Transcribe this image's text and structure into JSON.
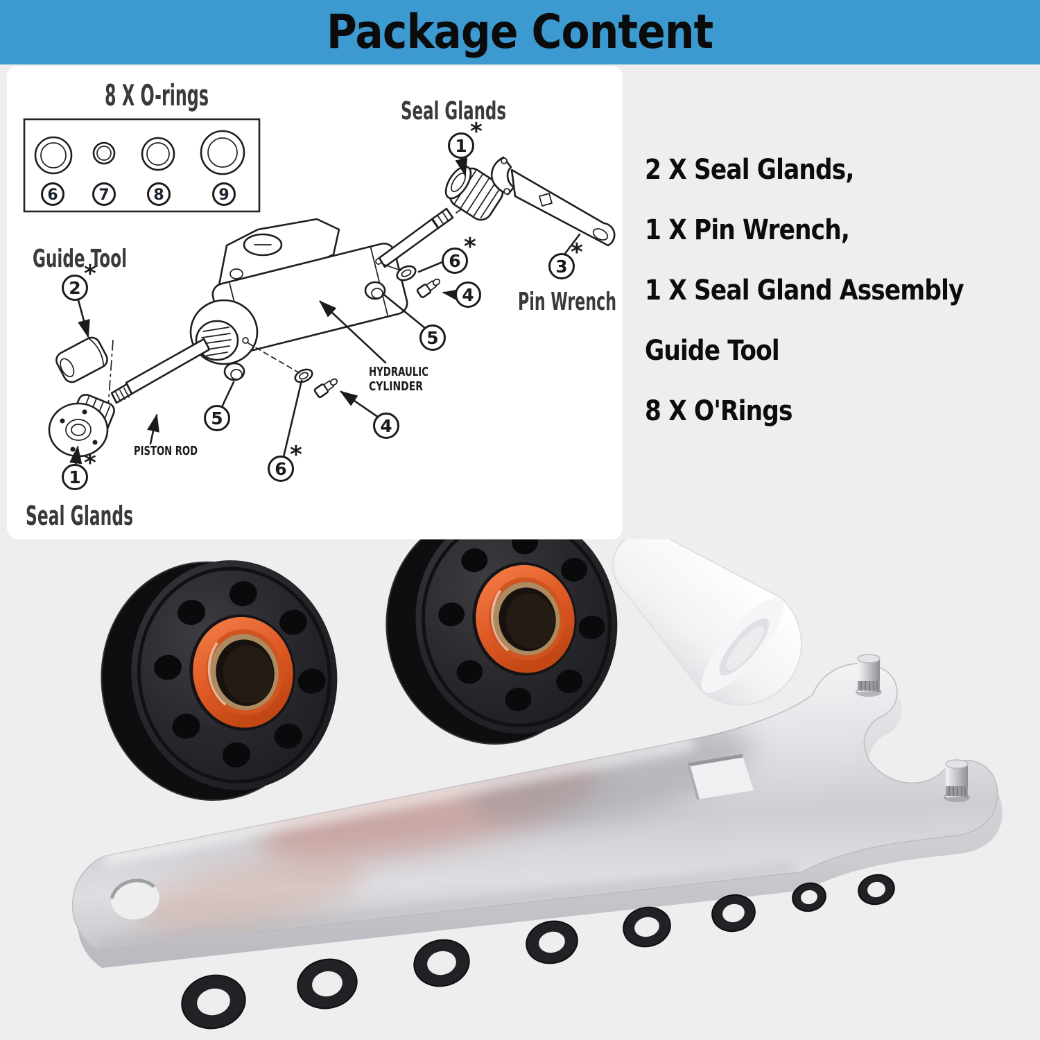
{
  "header": {
    "title": "Package Content",
    "bg_color": "#3d9ad1"
  },
  "diagram": {
    "orings_box": {
      "title": "8 X O-rings",
      "item_numbers": [
        "6",
        "7",
        "8",
        "9"
      ]
    },
    "labels": {
      "seal_glands_top": "Seal Glands",
      "guide_tool": "Guide Tool",
      "pin_wrench": "Pin Wrench",
      "hydraulic_cylinder_line1": "HYDRAULIC",
      "hydraulic_cylinder_line2": "CYLINDER",
      "piston_rod": "PISTON ROD",
      "seal_glands_bottom": "Seal Glands"
    },
    "callouts": [
      {
        "num": "1",
        "star": "*"
      },
      {
        "num": "2",
        "star": "*"
      },
      {
        "num": "3",
        "star": "*"
      },
      {
        "num": "4",
        "star": ""
      },
      {
        "num": "5",
        "star": ""
      },
      {
        "num": "6",
        "star": "*"
      },
      {
        "num": "5",
        "star": ""
      },
      {
        "num": "4",
        "star": ""
      },
      {
        "num": "6",
        "star": "*"
      },
      {
        "num": "1",
        "star": "*"
      }
    ]
  },
  "contents_list": {
    "items": [
      "2 X Seal Glands,",
      "1 X Pin Wrench,",
      "1 X Seal Gland Assembly",
      "Guide Tool",
      "8 X O'Rings"
    ]
  },
  "products": {
    "package_background": "#efeeef",
    "seal_gland_black": "#232327",
    "seal_ring_orange": "#e05a26",
    "seal_ring_tan": "#ad8a60",
    "wrench_silver": "#d6d6da",
    "guide_tool_white": "#f7f7f9",
    "oring_black": "#222226"
  }
}
